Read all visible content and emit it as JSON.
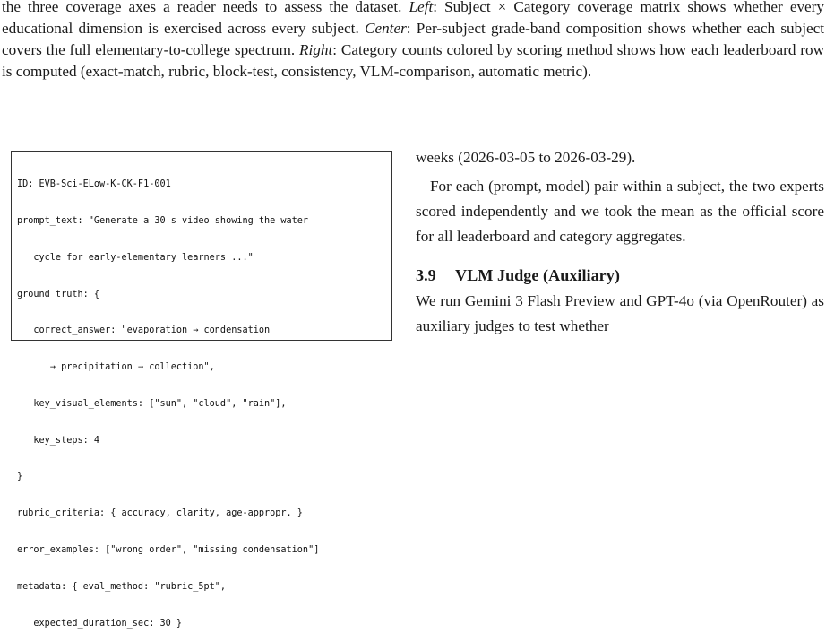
{
  "caption": {
    "part1": "the three coverage axes a reader needs to assess the dataset.",
    "left_label": "Left",
    "part2": ": Subject × Category coverage matrix shows whether every educational dimension is exercised across every subject.",
    "center_label": "Center",
    "part3": ": Per-subject grade-band composition shows whether each subject covers the full elementary-to-college spectrum.",
    "right_label": "Right",
    "part4": ": Category counts colored by scoring method shows how each leaderboard row is computed (exact-match, rubric, block-test, consistency, VLM-comparison, automatic metric)."
  },
  "code_lines": [
    "ID: EVB-Sci-ELow-K-CK-F1-001",
    "prompt_text: \"Generate a 30 s video showing the water",
    "   cycle for early-elementary learners ...\"",
    "ground_truth: {",
    "   correct_answer: \"evaporation → condensation",
    "      → precipitation → collection\",",
    "   key_visual_elements: [\"sun\", \"cloud\", \"rain\"],",
    "   key_steps: 4",
    "}",
    "rubric_criteria: { accuracy, clarity, age-appropr. }",
    "error_examples: [\"wrong order\", \"missing condensation\"]",
    "metadata: { eval_method: \"rubric_5pt\",",
    "   expected_duration_sec: 30 }"
  ],
  "right": {
    "para1": "weeks (2026-03-05 to 2026-03-29).",
    "para2": "For each (prompt, model) pair within a subject, the two experts scored independently and we took the mean as the official score for all leaderboard and category aggregates.",
    "section_number": "3.9",
    "section_title": "VLM Judge (Auxiliary)",
    "para3": "We run Gemini 3 Flash Preview and GPT-4o (via OpenRouter) as auxiliary judges to test whether"
  }
}
